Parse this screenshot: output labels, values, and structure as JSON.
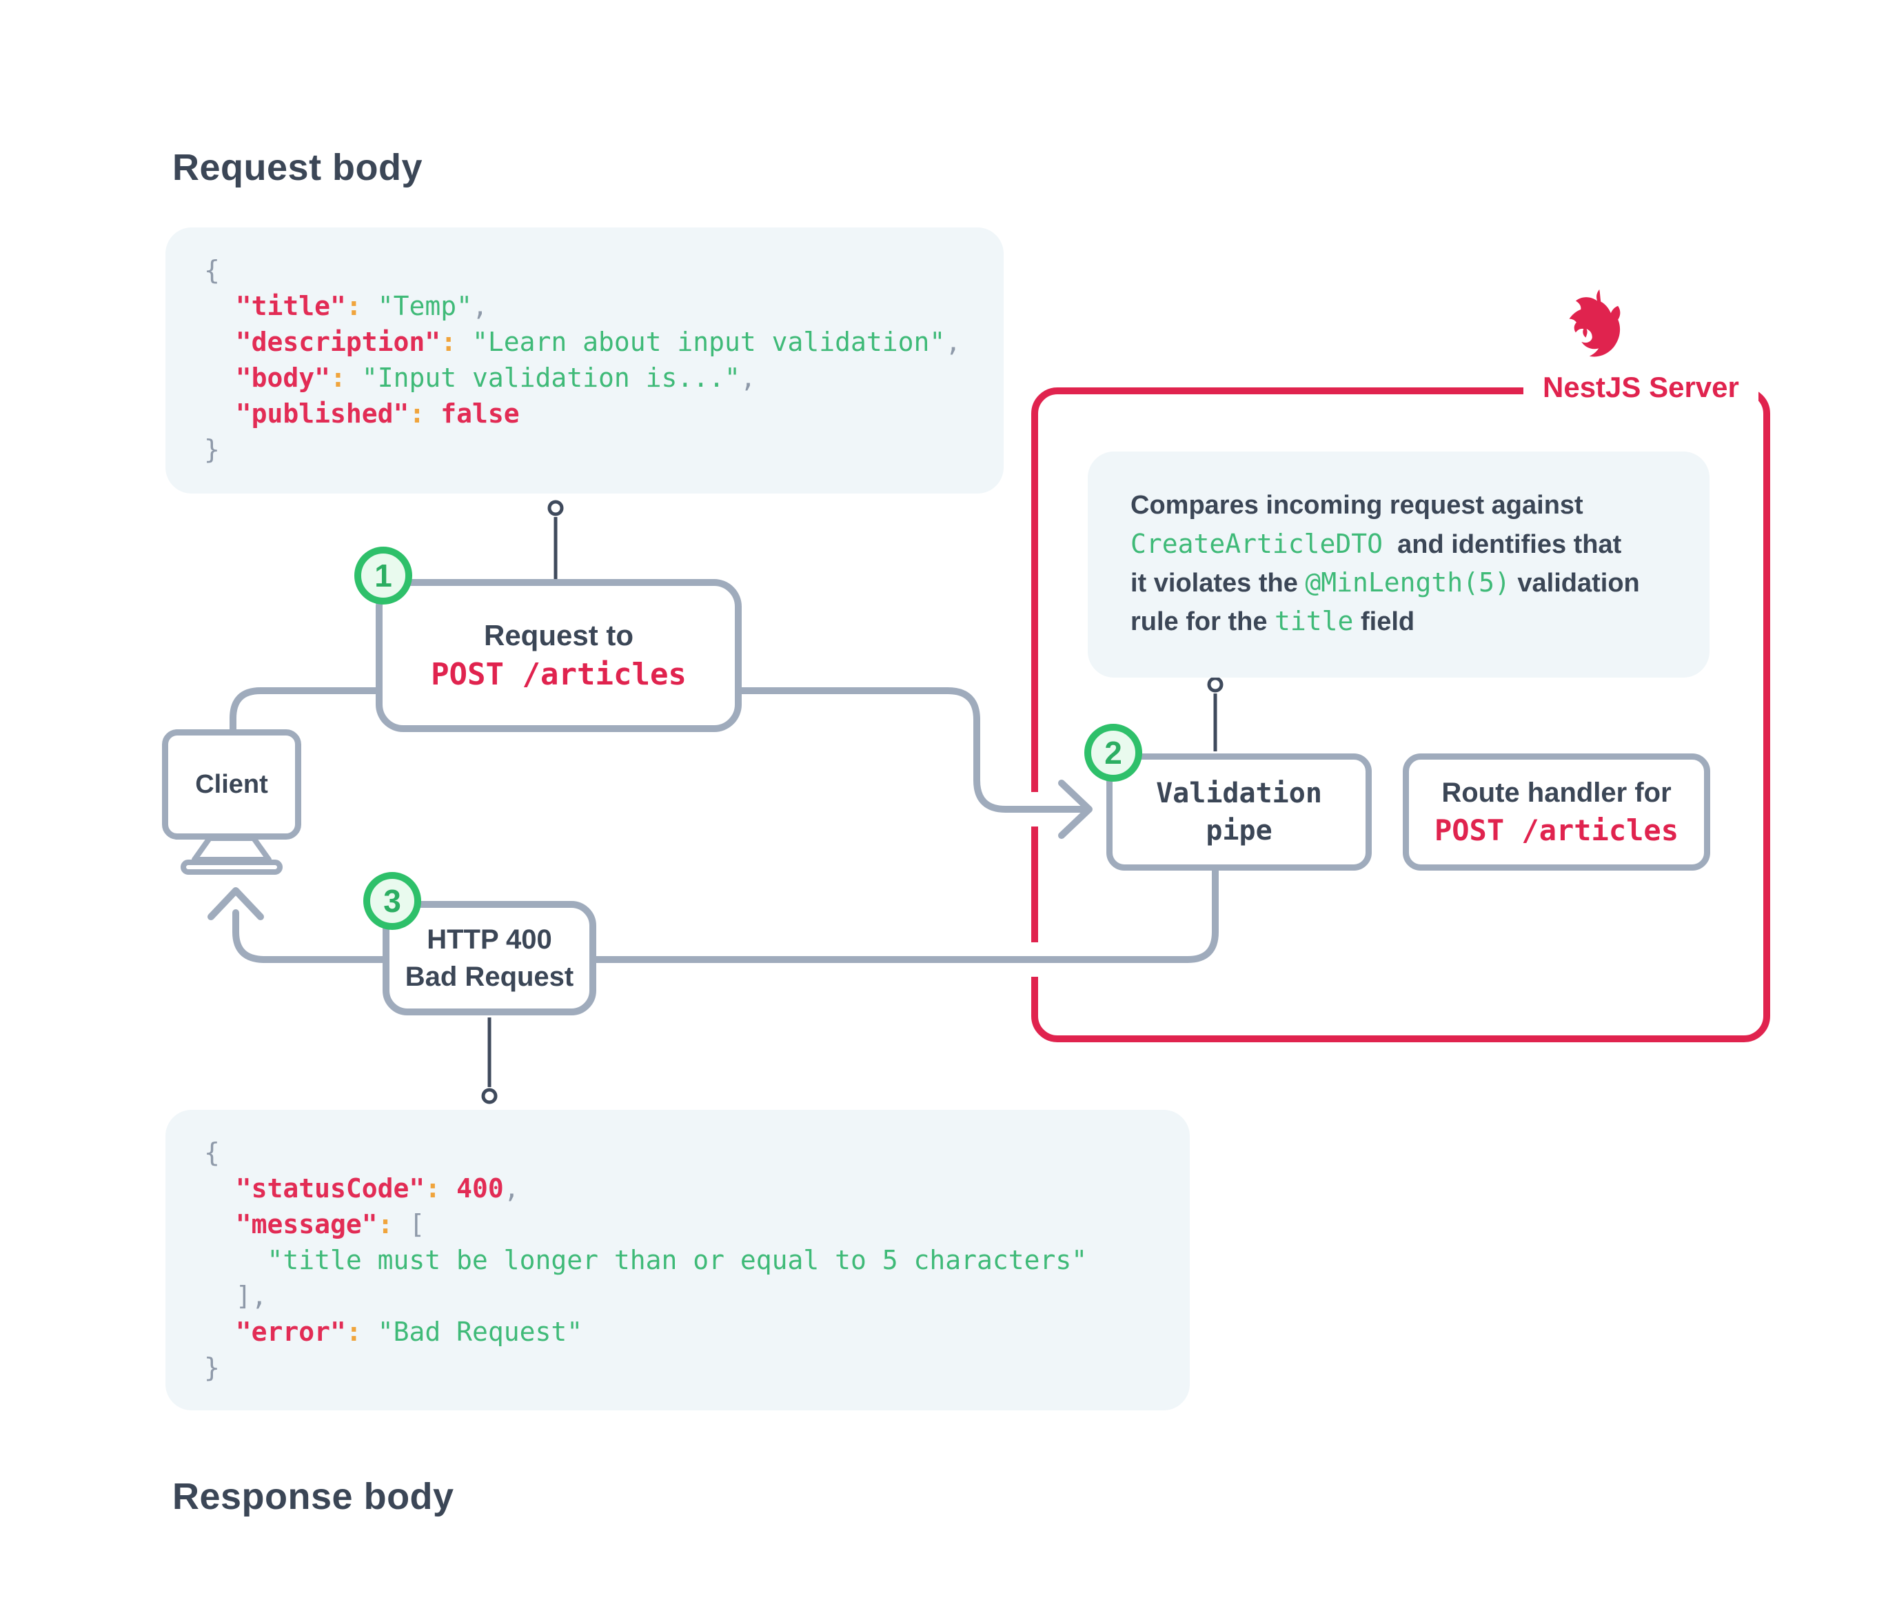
{
  "headings": {
    "request": "Request body",
    "response": "Response body"
  },
  "server": {
    "label": "NestJS Server",
    "logo_icon": "nestjs-cat-logo"
  },
  "colors": {
    "brand_red": "#e0234e",
    "code_key_red": "#e22c55",
    "string_green": "#3fba78",
    "colon_orange": "#f0a43c",
    "punct_gray": "#8e99a9",
    "box_border_gray": "#9fabbc",
    "dark_text": "#3b4656",
    "panel_bg": "#f0f6f9",
    "badge_green": "#2ec06a",
    "stem_dark": "#3f4a5c"
  },
  "badges": {
    "step1": "1",
    "step2": "2",
    "step3": "3"
  },
  "boxes": {
    "request_to": {
      "line1": "Request to",
      "line2": "POST /articles"
    },
    "client": {
      "label": "Client"
    },
    "validation_pipe": {
      "line1": "Validation",
      "line2": "pipe"
    },
    "route_handler": {
      "line1": "Route handler for",
      "line2": "POST /articles"
    },
    "http400": {
      "line1": "HTTP 400",
      "line2": "Bad Request"
    }
  },
  "request_code": {
    "lines": [
      [
        {
          "t": "p",
          "v": "{"
        }
      ],
      [
        {
          "t": "p",
          "v": "  "
        },
        {
          "t": "k",
          "v": "\"title\""
        },
        {
          "t": "c",
          "v": ":"
        },
        {
          "t": "p",
          "v": " "
        },
        {
          "t": "s",
          "v": "\"Temp\""
        },
        {
          "t": "p",
          "v": ","
        }
      ],
      [
        {
          "t": "p",
          "v": "  "
        },
        {
          "t": "k",
          "v": "\"description\""
        },
        {
          "t": "c",
          "v": ":"
        },
        {
          "t": "p",
          "v": " "
        },
        {
          "t": "s",
          "v": "\"Learn about input validation\""
        },
        {
          "t": "p",
          "v": ","
        }
      ],
      [
        {
          "t": "p",
          "v": "  "
        },
        {
          "t": "k",
          "v": "\"body\""
        },
        {
          "t": "c",
          "v": ":"
        },
        {
          "t": "p",
          "v": " "
        },
        {
          "t": "s",
          "v": "\"Input validation is...\""
        },
        {
          "t": "p",
          "v": ","
        }
      ],
      [
        {
          "t": "p",
          "v": "  "
        },
        {
          "t": "k",
          "v": "\"published\""
        },
        {
          "t": "c",
          "v": ":"
        },
        {
          "t": "p",
          "v": " "
        },
        {
          "t": "v",
          "v": "false"
        }
      ],
      [
        {
          "t": "p",
          "v": "}"
        }
      ]
    ]
  },
  "response_code": {
    "lines": [
      [
        {
          "t": "p",
          "v": "{"
        }
      ],
      [
        {
          "t": "p",
          "v": "  "
        },
        {
          "t": "k",
          "v": "\"statusCode\""
        },
        {
          "t": "c",
          "v": ":"
        },
        {
          "t": "p",
          "v": " "
        },
        {
          "t": "v",
          "v": "400"
        },
        {
          "t": "p",
          "v": ","
        }
      ],
      [
        {
          "t": "p",
          "v": "  "
        },
        {
          "t": "k",
          "v": "\"message\""
        },
        {
          "t": "c",
          "v": ":"
        },
        {
          "t": "p",
          "v": " "
        },
        {
          "t": "p",
          "v": "["
        }
      ],
      [
        {
          "t": "p",
          "v": "    "
        },
        {
          "t": "s",
          "v": "\"title must be longer than or equal to 5 characters\""
        }
      ],
      [
        {
          "t": "p",
          "v": "  ],"
        }
      ],
      [
        {
          "t": "p",
          "v": "  "
        },
        {
          "t": "k",
          "v": "\"error\""
        },
        {
          "t": "c",
          "v": ":"
        },
        {
          "t": "p",
          "v": " "
        },
        {
          "t": "s",
          "v": "\"Bad Request\""
        }
      ],
      [
        {
          "t": "p",
          "v": "}"
        }
      ]
    ]
  },
  "validation_note": {
    "lines": [
      [
        {
          "t": "t",
          "v": "Compares incoming request against"
        }
      ],
      [
        {
          "t": "m",
          "v": "CreateArticleDTO"
        },
        {
          "t": "t",
          "v": "  and identifies that"
        }
      ],
      [
        {
          "t": "t",
          "v": "it violates the "
        },
        {
          "t": "m",
          "v": "@MinLength(5)"
        },
        {
          "t": "t",
          "v": " validation"
        }
      ],
      [
        {
          "t": "t",
          "v": "rule for the "
        },
        {
          "t": "m",
          "v": "title"
        },
        {
          "t": "t",
          "v": " field"
        }
      ]
    ]
  }
}
